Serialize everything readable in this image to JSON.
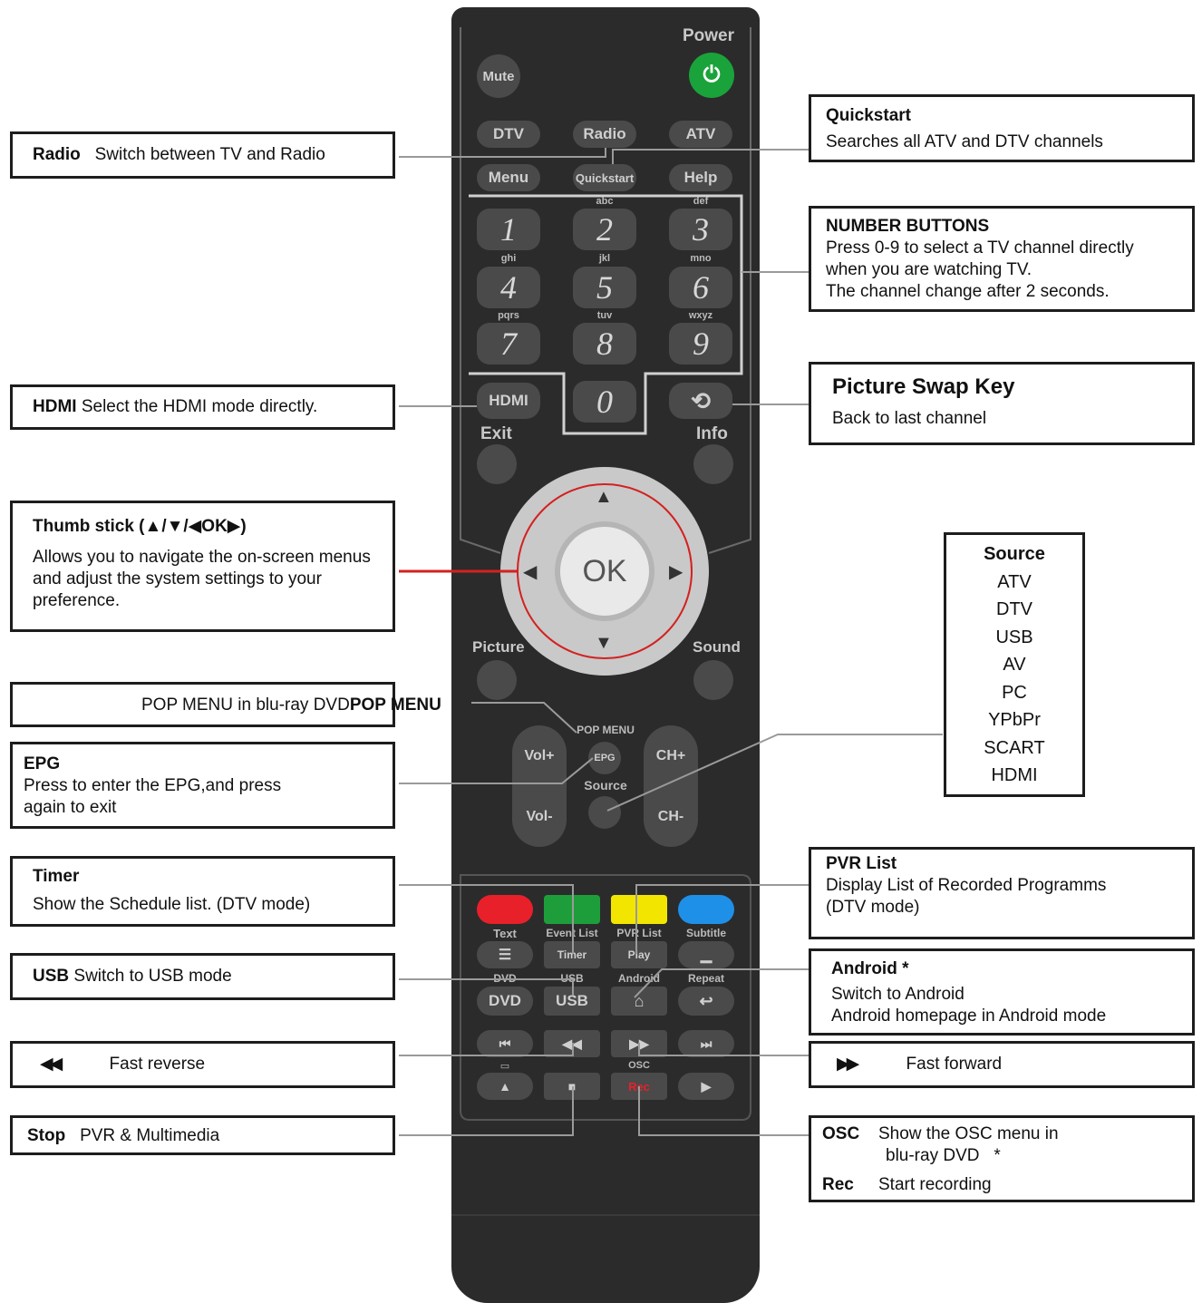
{
  "remote": {
    "power_label": "Power",
    "mute_label": "Mute",
    "row1": [
      "DTV",
      "Radio",
      "ATV"
    ],
    "row2": [
      "Menu",
      "Quickstart",
      "Help"
    ],
    "digits": [
      "1",
      "2",
      "3",
      "4",
      "5",
      "6",
      "7",
      "8",
      "9",
      "0"
    ],
    "letters": [
      "abc",
      "def",
      "ghi",
      "jkl",
      "mno",
      "pqrs",
      "tuv",
      "wxyz"
    ],
    "hdmi_label": "HDMI",
    "exit_label": "Exit",
    "info_label": "Info",
    "ok_label": "OK",
    "picture_label": "Picture",
    "sound_label": "Sound",
    "pop_menu_label": "POP MENU",
    "epg_label": "EPG",
    "source_label": "Source",
    "vol_up": "Vol+",
    "vol_down": "Vol-",
    "ch_up": "CH+",
    "ch_down": "CH-",
    "color_labels": [
      "Text",
      "Event List",
      "PVR List",
      "Subtitle"
    ],
    "timer_label": "Timer",
    "play_label": "Play",
    "dvd_small": "DVD",
    "usb_small": "USB",
    "android_small": "Android",
    "repeat_small": "Repeat",
    "dvd_label": "DVD",
    "usb_label": "USB",
    "osc_small": "OSC",
    "rec_label": "Rec",
    "colors": {
      "red": "#e8202a",
      "green": "#1e9e3a",
      "yellow": "#f2e600",
      "blue": "#1e90e8",
      "power": "#1aa33a"
    }
  },
  "callouts": {
    "radio": {
      "title": "Radio",
      "text": "Switch between TV and Radio"
    },
    "hdmi": {
      "title": "HDMI",
      "text": "Select the HDMI mode directly."
    },
    "thumb": {
      "title": "Thumb stick (▲/▼/◀OK▶)",
      "text": "Allows you to navigate the on-screen menus and adjust the system settings to your preference."
    },
    "pop": {
      "text": "POP MENU in blu-ray DVD",
      "title": "POP MENU"
    },
    "epg": {
      "title": "EPG",
      "text": "Press to enter the EPG,and press again to exit"
    },
    "timer": {
      "title": "Timer",
      "text": "Show the Schedule list. (DTV mode)"
    },
    "usb": {
      "title": "USB",
      "text": "Switch to USB mode"
    },
    "rev": {
      "symbol": "◀◀",
      "text": "Fast reverse"
    },
    "stop": {
      "title": "Stop",
      "text": "PVR & Multimedia"
    },
    "quickstart": {
      "title": "Quickstart",
      "text": "Searches all ATV and DTV channels"
    },
    "number": {
      "title": "NUMBER BUTTONS",
      "l1": "Press 0-9 to select a TV channel directly",
      "l2": "when you are watching TV.",
      "l3": "The channel change after 2 seconds."
    },
    "swap": {
      "title": "Picture Swap Key",
      "text": "Back to last channel"
    },
    "source": {
      "title": "Source",
      "items": [
        "ATV",
        "DTV",
        "USB",
        "AV",
        "PC",
        "YPbPr",
        "SCART",
        "HDMI"
      ]
    },
    "pvr": {
      "title": "PVR List",
      "l1": "Display List of Recorded Programms",
      "l2": "(DTV mode)"
    },
    "android": {
      "title": "Android *",
      "l1": "Switch to Android",
      "l2": "Android homepage in Android mode"
    },
    "ff": {
      "symbol": "▶▶",
      "text": "Fast forward"
    },
    "osc": {
      "title": "OSC",
      "l1": "Show the OSC menu in",
      "l2": "blu-ray DVD",
      "star": "*",
      "rec_title": "Rec",
      "rec_text": "Start recording"
    }
  }
}
